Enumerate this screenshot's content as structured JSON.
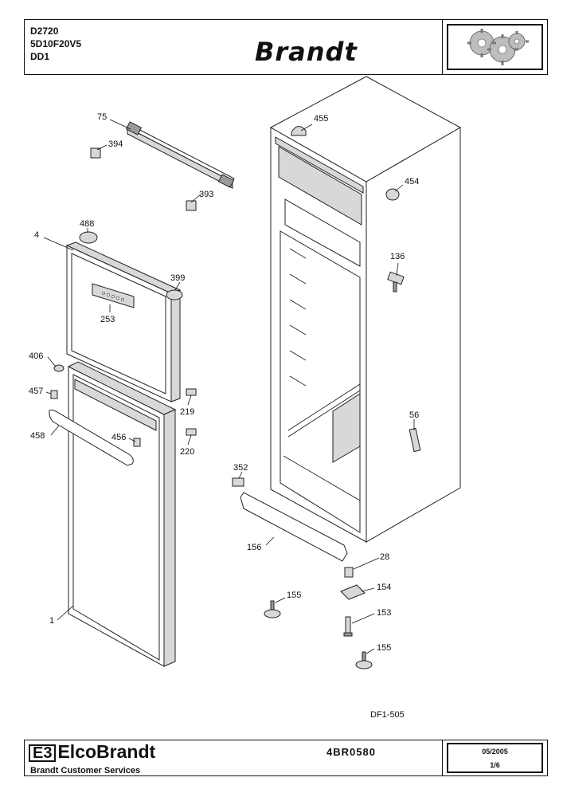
{
  "header": {
    "model_lines": [
      "D2720",
      "5D10F20V5",
      "DD1"
    ],
    "brand": "Brandt"
  },
  "footer": {
    "company_logo": "ElcoBrandt",
    "logo_mark": "E3",
    "subtitle": "Brandt Customer Services",
    "document_code": "4BR0580",
    "date": "05/2005",
    "page": "1/6"
  },
  "drawing_ref": "DF1-505",
  "icons": {
    "gears": "gears-icon"
  },
  "parts": [
    {
      "id": "75"
    },
    {
      "id": "394"
    },
    {
      "id": "393"
    },
    {
      "id": "488"
    },
    {
      "id": "4"
    },
    {
      "id": "399"
    },
    {
      "id": "253"
    },
    {
      "id": "406"
    },
    {
      "id": "457"
    },
    {
      "id": "458"
    },
    {
      "id": "456"
    },
    {
      "id": "219"
    },
    {
      "id": "220"
    },
    {
      "id": "1"
    },
    {
      "id": "455"
    },
    {
      "id": "454"
    },
    {
      "id": "136"
    },
    {
      "id": "56"
    },
    {
      "id": "352"
    },
    {
      "id": "156"
    },
    {
      "id": "28"
    },
    {
      "id": "154"
    },
    {
      "id": "155"
    },
    {
      "id": "153"
    },
    {
      "id": "155"
    }
  ]
}
